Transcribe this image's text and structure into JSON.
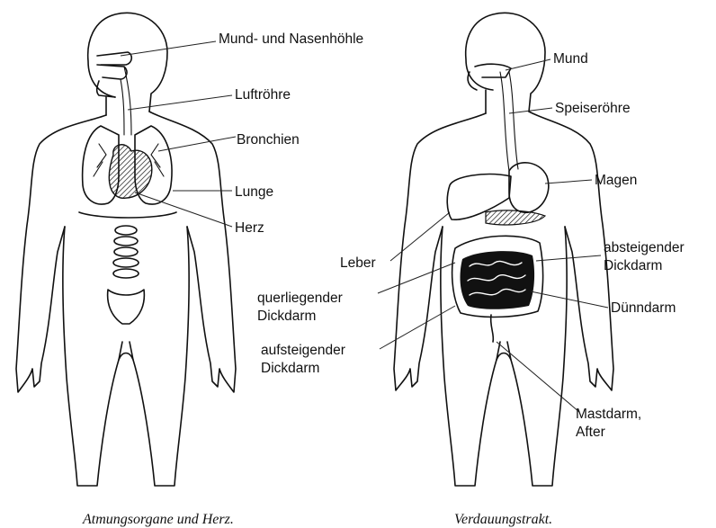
{
  "figures": [
    {
      "caption": "Atmungsorgane und Herz.",
      "labels": [
        "Mund- und Nasenhöhle",
        "Luftröhre",
        "Bronchien",
        "Lunge",
        "Herz"
      ]
    },
    {
      "caption": "Verdauungstrakt.",
      "labels": [
        "Mund",
        "Speiseröhre",
        "Magen",
        "Leber",
        "absteigender",
        "Dickdarm",
        "querliegender",
        "Dickdarm",
        "Dünndarm",
        "aufsteigender",
        "Dickdarm",
        "Mastdarm,",
        "After"
      ]
    }
  ]
}
